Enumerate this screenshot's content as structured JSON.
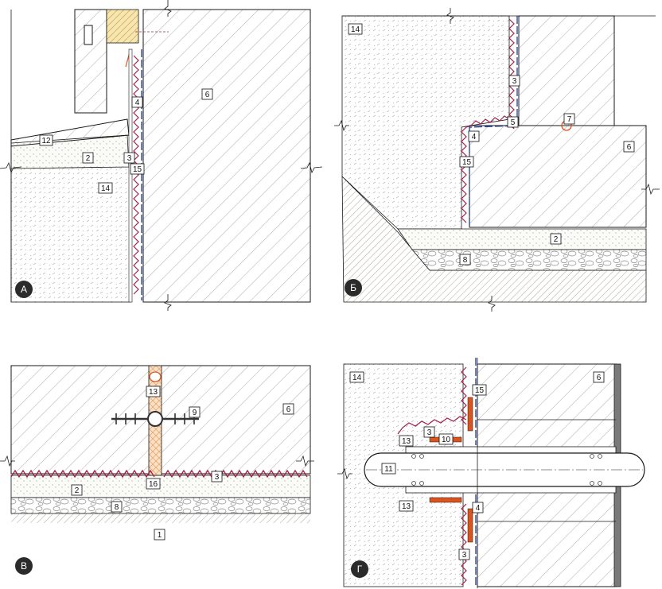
{
  "panels": {
    "a": {
      "label": "А",
      "tags": [
        "2",
        "3",
        "4",
        "6",
        "12",
        "14",
        "15"
      ]
    },
    "b": {
      "label": "Б",
      "tags": [
        "14",
        "3",
        "5",
        "7",
        "4",
        "6",
        "15",
        "2",
        "8"
      ]
    },
    "v": {
      "label": "В",
      "tags": [
        "6",
        "9",
        "13",
        "2",
        "3",
        "16",
        "8",
        "1"
      ]
    },
    "g": {
      "label": "Г",
      "tags": [
        "14",
        "6",
        "15",
        "3",
        "13",
        "10",
        "11",
        "13",
        "4",
        "3"
      ]
    }
  },
  "colors": {
    "outline": "#1a1a1a",
    "membrane": "#a0224a",
    "barrier": "#2e47a8",
    "sealant": "#d9541e",
    "filler": "#e8924a",
    "hatch": "#8a8a8a"
  }
}
